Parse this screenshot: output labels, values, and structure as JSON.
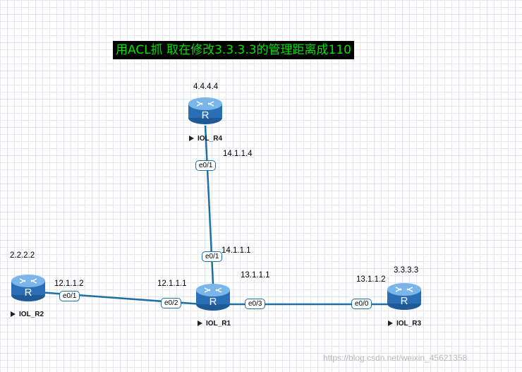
{
  "banner": "用ACL抓 取在修改3.3.3.3的管理距离成110",
  "routers": {
    "r4": {
      "name": "IOL_R4",
      "loopback": "4.4.4.4"
    },
    "r2": {
      "name": "IOL_R2",
      "loopback": "2.2.2.2"
    },
    "r1": {
      "name": "IOL_R1"
    },
    "r3": {
      "name": "IOL_R3",
      "loopback": "3.3.3.3"
    }
  },
  "links": {
    "r4_r1": {
      "r4_iface": "e0/1",
      "r4_ip": "14.1.1.4",
      "r1_iface": "e0/1",
      "r1_ip": "14.1.1.1"
    },
    "r2_r1": {
      "r2_iface": "e0/1",
      "r2_ip": "12.1.1.2",
      "r1_iface": "e0/2",
      "r1_ip": "12.1.1.1"
    },
    "r1_r3": {
      "r1_iface": "e0/3",
      "r1_ip": "13.1.1.1",
      "r3_iface": "e0/0",
      "r3_ip": "13.1.1.2"
    }
  },
  "router_icon_glyph": "R",
  "watermark": "https://blog.csdn.net/weixin_45621358",
  "colors": {
    "link": "#1f6fa4",
    "router_top": "#6aa8e0",
    "router_body": "#2a6fb5",
    "banner_bg": "#000000",
    "banner_text": "#00e000"
  }
}
